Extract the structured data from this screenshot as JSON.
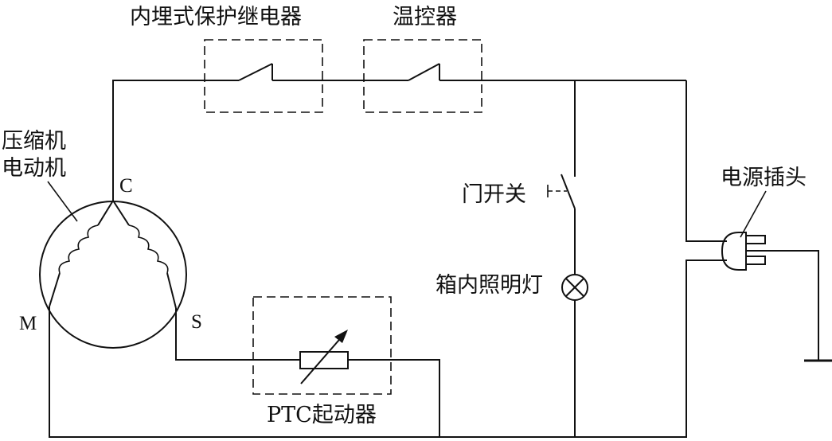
{
  "labels": {
    "overload_relay": "内埋式保护继电器",
    "thermostat": "温控器",
    "compressor_line1": "压缩机",
    "compressor_line2": "电动机",
    "terminal_c": "C",
    "terminal_m": "M",
    "terminal_s": "S",
    "door_switch": "门开关",
    "lamp": "箱内照明灯",
    "power_plug": "电源插头",
    "ptc_starter": "PTC起动器"
  }
}
